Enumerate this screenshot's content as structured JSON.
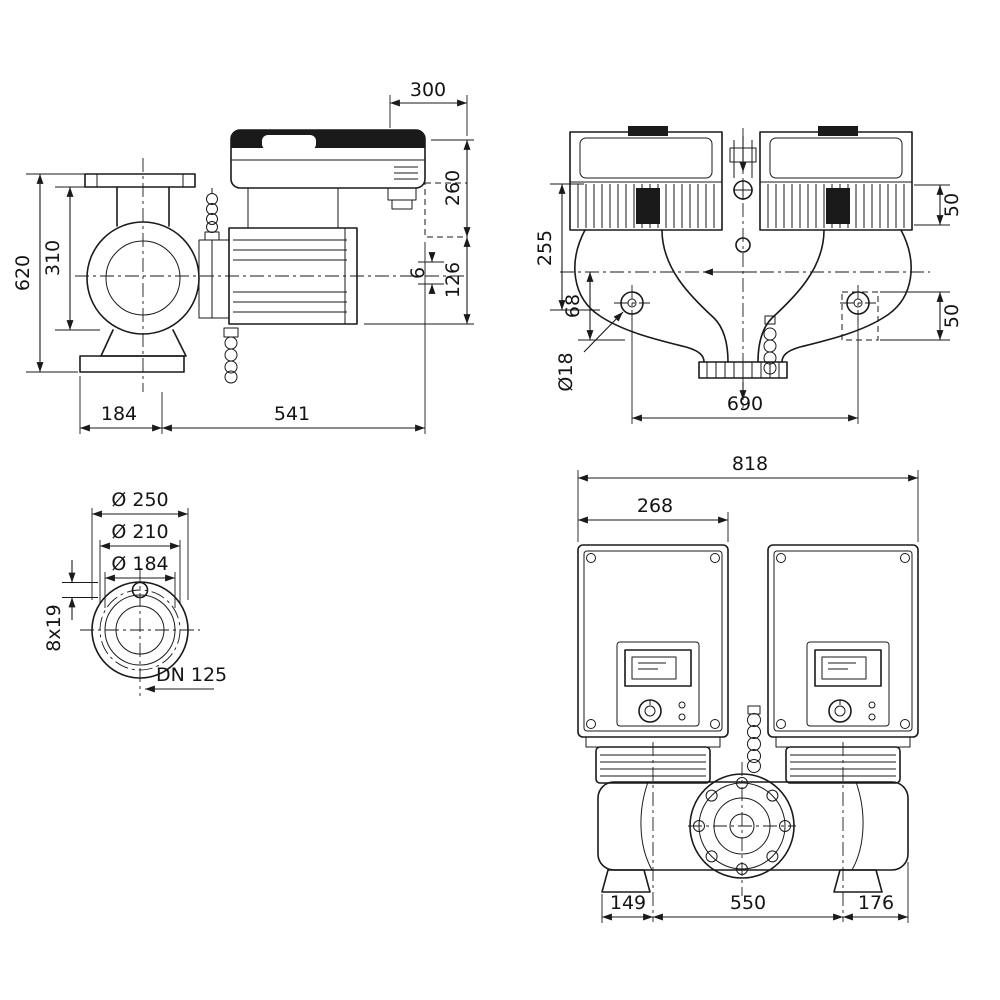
{
  "views": {
    "side": {
      "d300": "300",
      "d260": "260",
      "d126": "126",
      "d6": "6",
      "d310": "310",
      "d620": "620",
      "d184": "184",
      "d541": "541"
    },
    "top": {
      "d255": "255",
      "d68": "68",
      "d50_upper": "50",
      "d50_lower": "50",
      "d18": "Ø18",
      "d690": "690"
    },
    "flange": {
      "d250": "Ø 250",
      "d210": "Ø 210",
      "d184": "Ø 184",
      "bolt_pattern": "8x19",
      "dn": "DN 125"
    },
    "front": {
      "d818": "818",
      "d268": "268",
      "d149": "149",
      "d550": "550",
      "d176": "176"
    }
  }
}
